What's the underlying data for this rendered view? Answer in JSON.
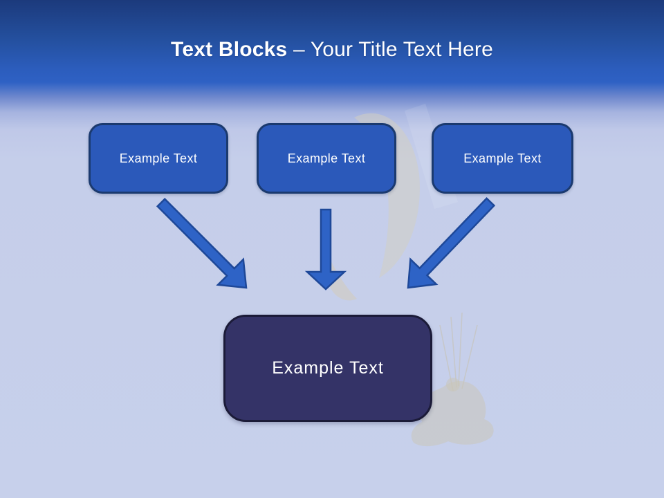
{
  "slide": {
    "title": {
      "bold": "Text Blocks",
      "regular": " – Your Title Text Here"
    },
    "blocks": [
      {
        "label": "Example Text"
      },
      {
        "label": "Example Text"
      },
      {
        "label": "Example Text"
      }
    ],
    "result_block": {
      "label": "Example Text"
    },
    "icons": [
      "down-right-arrow-icon",
      "down-arrow-icon",
      "down-left-arrow-icon",
      "paraglider-background-image"
    ],
    "colors": {
      "header_top": "#1c3a7c",
      "header_blue": "#2e61c4",
      "canvas": "#c5ceea",
      "block_fill": "#2b59ba",
      "block_border": "#1b3a6f",
      "block_text": "#ffffff",
      "arrow_fill": "#2e63c6",
      "arrow_border": "#1e4898",
      "result_fill": "#343367",
      "result_border": "#1b1b38",
      "title_text": "#ffffff"
    }
  }
}
